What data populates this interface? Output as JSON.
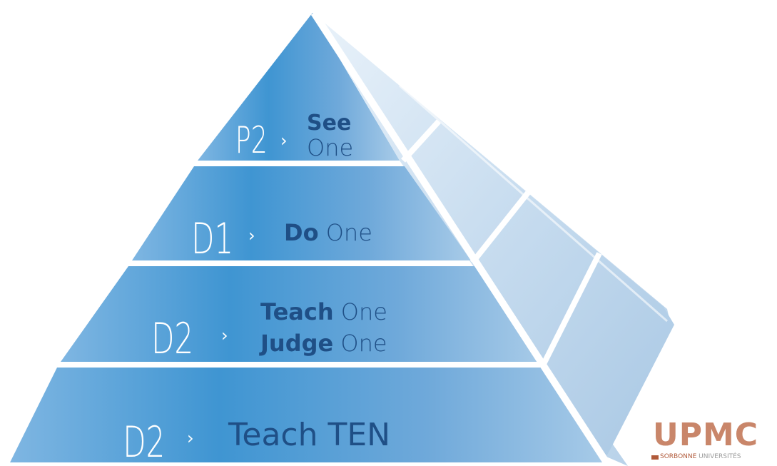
{
  "tiers": [
    {
      "code": "P2",
      "chevron": "›",
      "lines": [
        [
          {
            "t": "See",
            "bold": true
          }
        ],
        [
          {
            "t": "One",
            "bold": false
          }
        ]
      ]
    },
    {
      "code": "D1",
      "chevron": "›",
      "lines": [
        [
          {
            "t": "Do",
            "bold": true
          },
          {
            "t": " One",
            "bold": false
          }
        ]
      ]
    },
    {
      "code": "D2",
      "chevron": "›",
      "lines": [
        [
          {
            "t": "Teach",
            "bold": true
          },
          {
            "t": " One",
            "bold": false
          }
        ],
        [
          {
            "t": "Judge",
            "bold": true
          },
          {
            "t": " One",
            "bold": false
          }
        ]
      ]
    },
    {
      "code": "D2",
      "chevron": "›",
      "lines": [
        [
          {
            "t": "Teach TEN",
            "bold": false
          }
        ]
      ]
    }
  ],
  "logo": {
    "main": "UPMC",
    "sub": "SORBONNE",
    "sub_univ": " UNIVERSITÉS"
  },
  "colors": {
    "face_dark": "#3c92cf",
    "face_light": "#9fc6e6",
    "side": "#d6e6f3",
    "text": "#1f4f86",
    "code": "#ffffff",
    "logo": "#c9866a"
  }
}
